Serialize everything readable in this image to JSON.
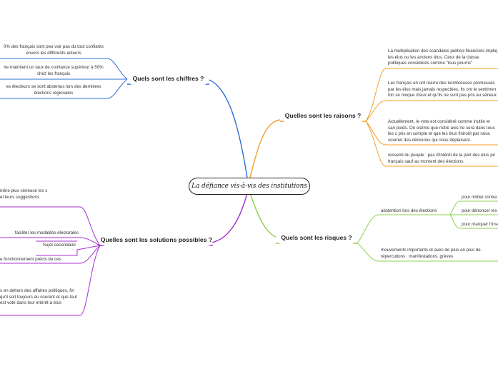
{
  "central": {
    "title": "La défiance vis-à-vis des institutions"
  },
  "branches": {
    "chiffres": {
      "label": "Quels sont les chiffres ?",
      "color": "#2f6bd9",
      "items": [
        "0% des français sont peu voir pas du tout confiants envers les différents acteurs",
        "ire maintient un taux de confiance supérieur à 50% chez les français",
        "es électeurs se sont abstenus lors des dernières élections régionales"
      ]
    },
    "raisons": {
      "label": "Quelles sont les raisons ?",
      "color": "#f39c2b",
      "items": [
        "La multiplication des scandales politico-financiers impliq les élus ou les anciens élus. Ceux de la classe politiques considérés comme \"tous pourris\"",
        "Les français en ont marre des nombreuses promesses par les élus mais jamais respectées. Ils ont le sentimen fon se moque d'eux et qu'ils ne sont pas pris au sérieux",
        "Actuellement, le vote est considéré comme inutile et san poids. On estime que notre avis ne sera dans tous les c pris en compte et que les élus finiront par nous soumet des décisions qui nous déplaisent.",
        "ressenti du peuple : pas d'intérêt de la part des élus po français sauf au moment des élections"
      ]
    },
    "risques": {
      "label": "Quels sont les risques ?",
      "color": "#8fd14f",
      "items": [
        "abstention lors des élections",
        "mouvements importants et avec de plus en plus de répercutions : manifestations, grèves"
      ],
      "sub_items": [
        "pour militer contre",
        "pour dénoncer les",
        "pour marquer l'insu"
      ]
    },
    "solutions": {
      "label": "Quelles sont les solutions possibles ?",
      "color": "#a52fd1",
      "items": [
        "nière plus sérieuse les s et leurs suggestions",
        "faciliter les modalités électorales",
        "Sujet secondaire",
        "e fonctionnement précis de ces",
        "s en dehors des affaires politiques, fin qu'il soit toujours au courant et que tout est voté dans leur intérêt à élus"
      ]
    }
  }
}
